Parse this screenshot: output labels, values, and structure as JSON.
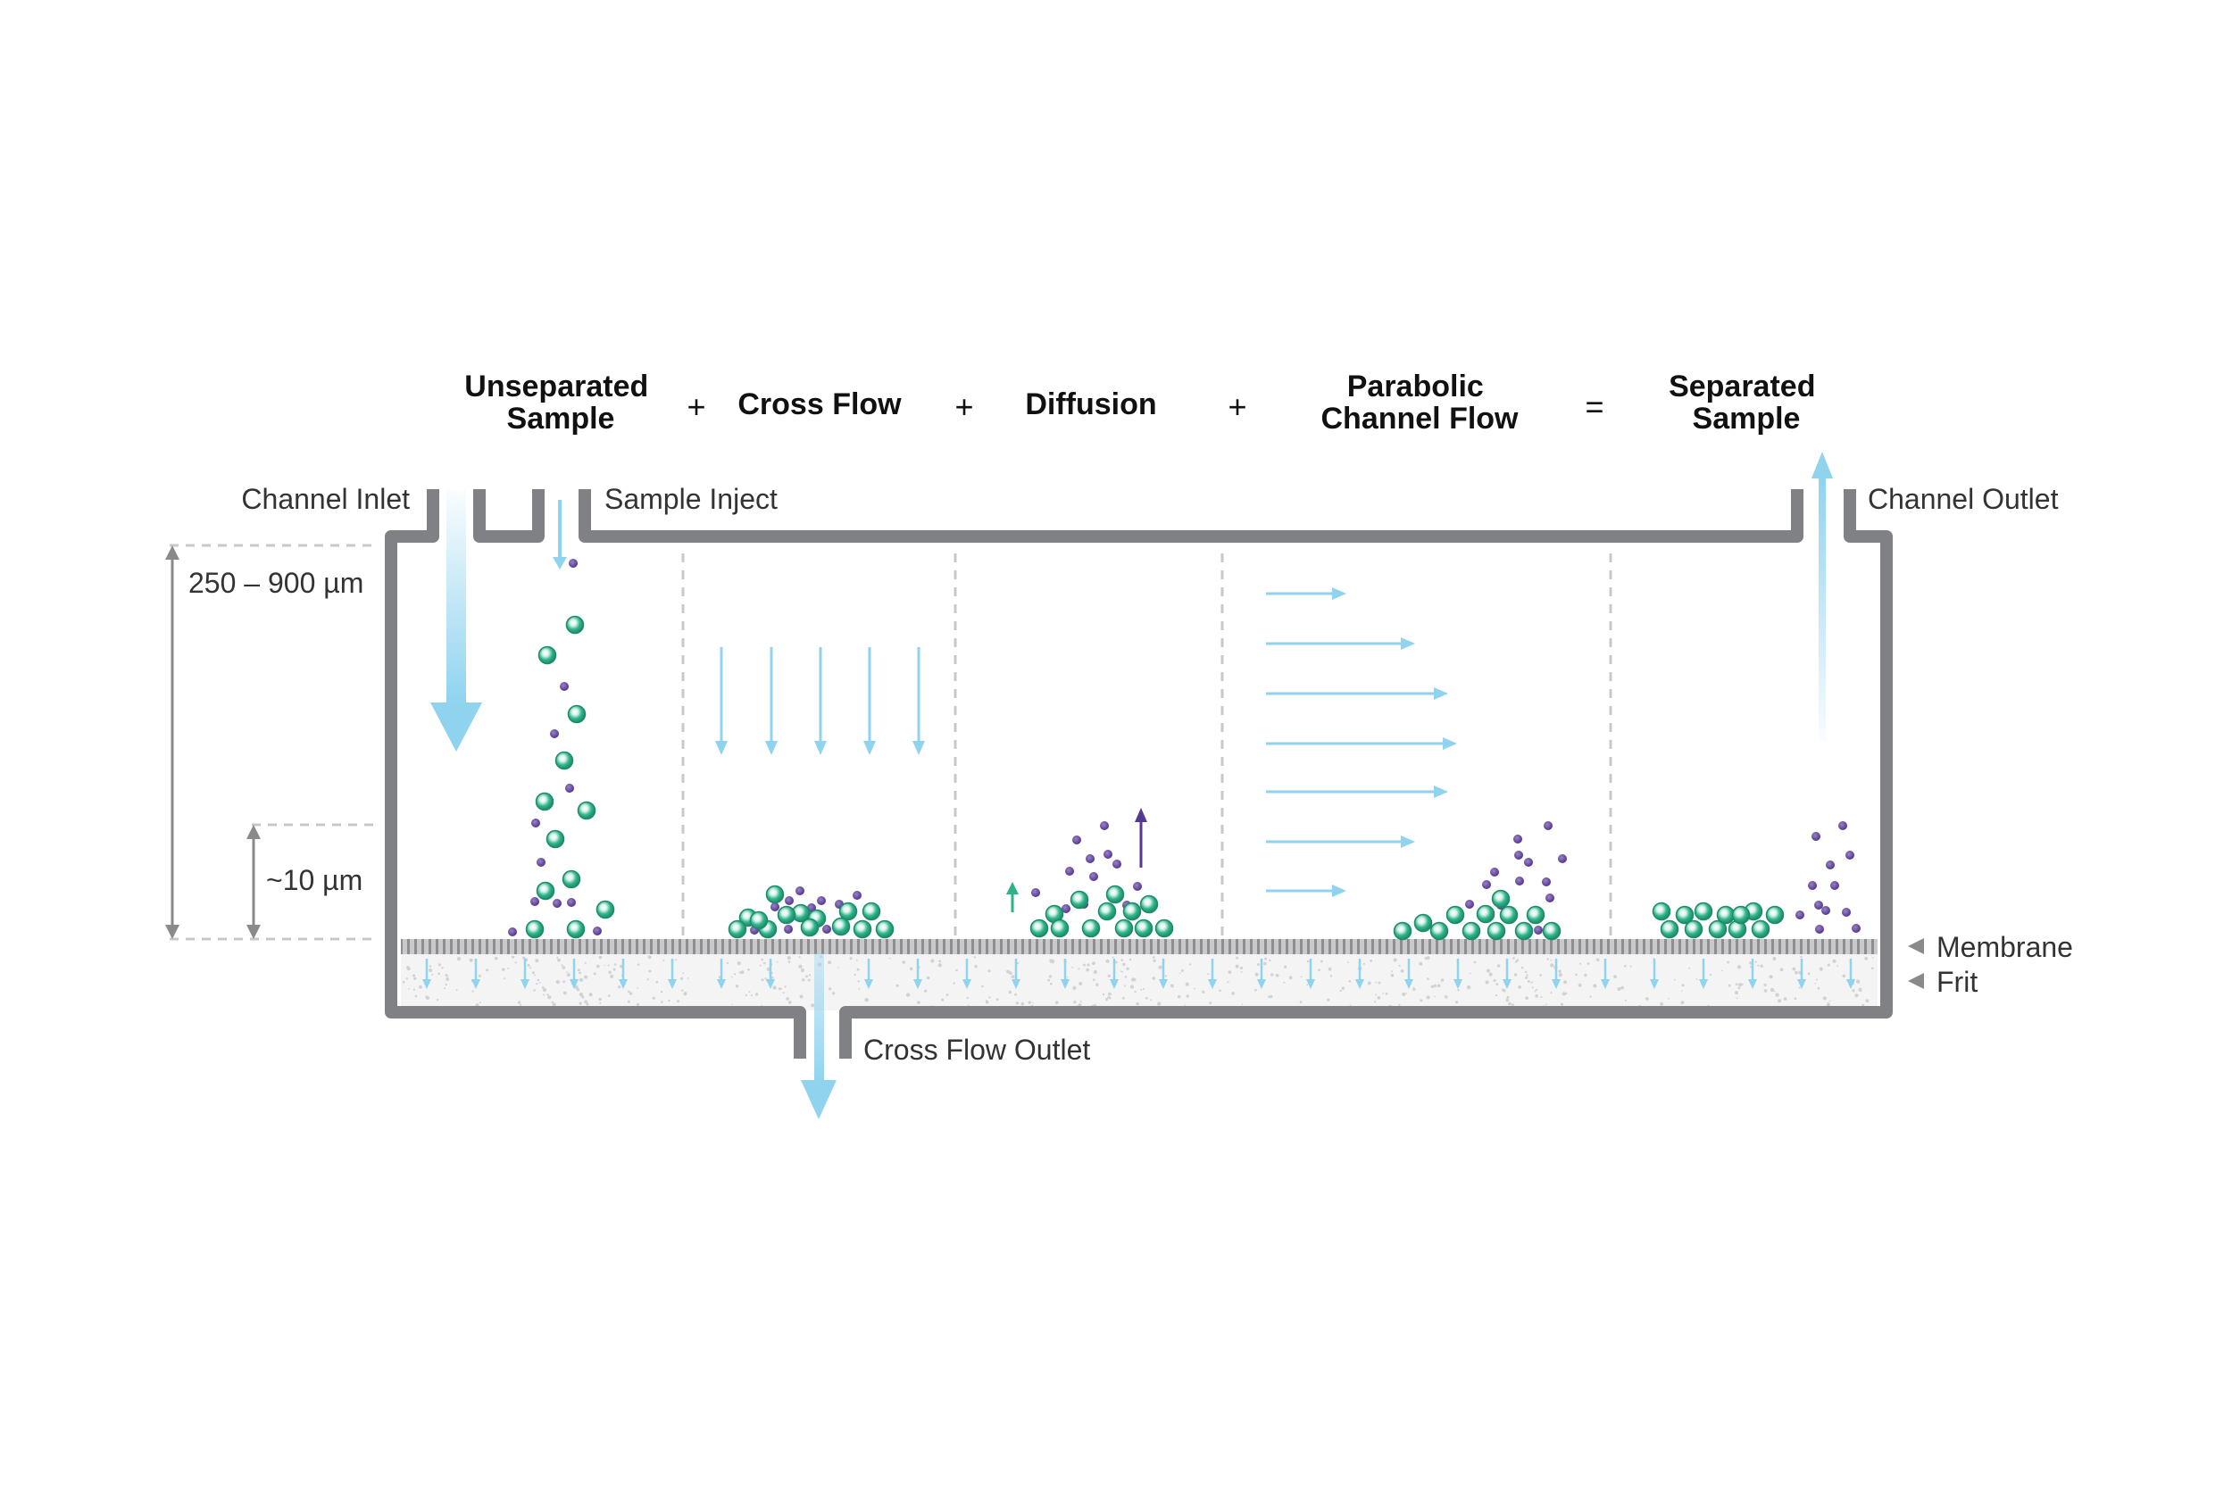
{
  "header": {
    "steps": [
      {
        "line1": "Unseparated",
        "line2": "Sample"
      },
      {
        "line1": "Cross Flow",
        "line2": ""
      },
      {
        "line1": "Diffusion",
        "line2": ""
      },
      {
        "line1": "Parabolic",
        "line2": "Channel Flow"
      },
      {
        "line1": "Separated",
        "line2": "Sample"
      }
    ],
    "operators": [
      "+",
      "+",
      "+",
      "="
    ]
  },
  "labels": {
    "channel_inlet": "Channel Inlet",
    "sample_inject": "Sample Inject",
    "channel_outlet": "Channel Outlet",
    "cross_flow_outlet": "Cross Flow Outlet",
    "membrane": "Membrane",
    "frit": "Frit"
  },
  "dimensions": {
    "channel_height": "250 – 900 µm",
    "layer_height": "~10 µm"
  },
  "colors": {
    "wall": "#808184",
    "flow_arrow": "#8fd3ef",
    "large_particle": "#2bb38a",
    "small_particle": "#6b4ea2",
    "membrane": "#b9b9bb",
    "dashed_line": "#c8c8c8"
  },
  "icons": [
    "arrow-down-icon",
    "arrow-right-icon",
    "arrow-up-icon",
    "triangle-left-icon"
  ]
}
